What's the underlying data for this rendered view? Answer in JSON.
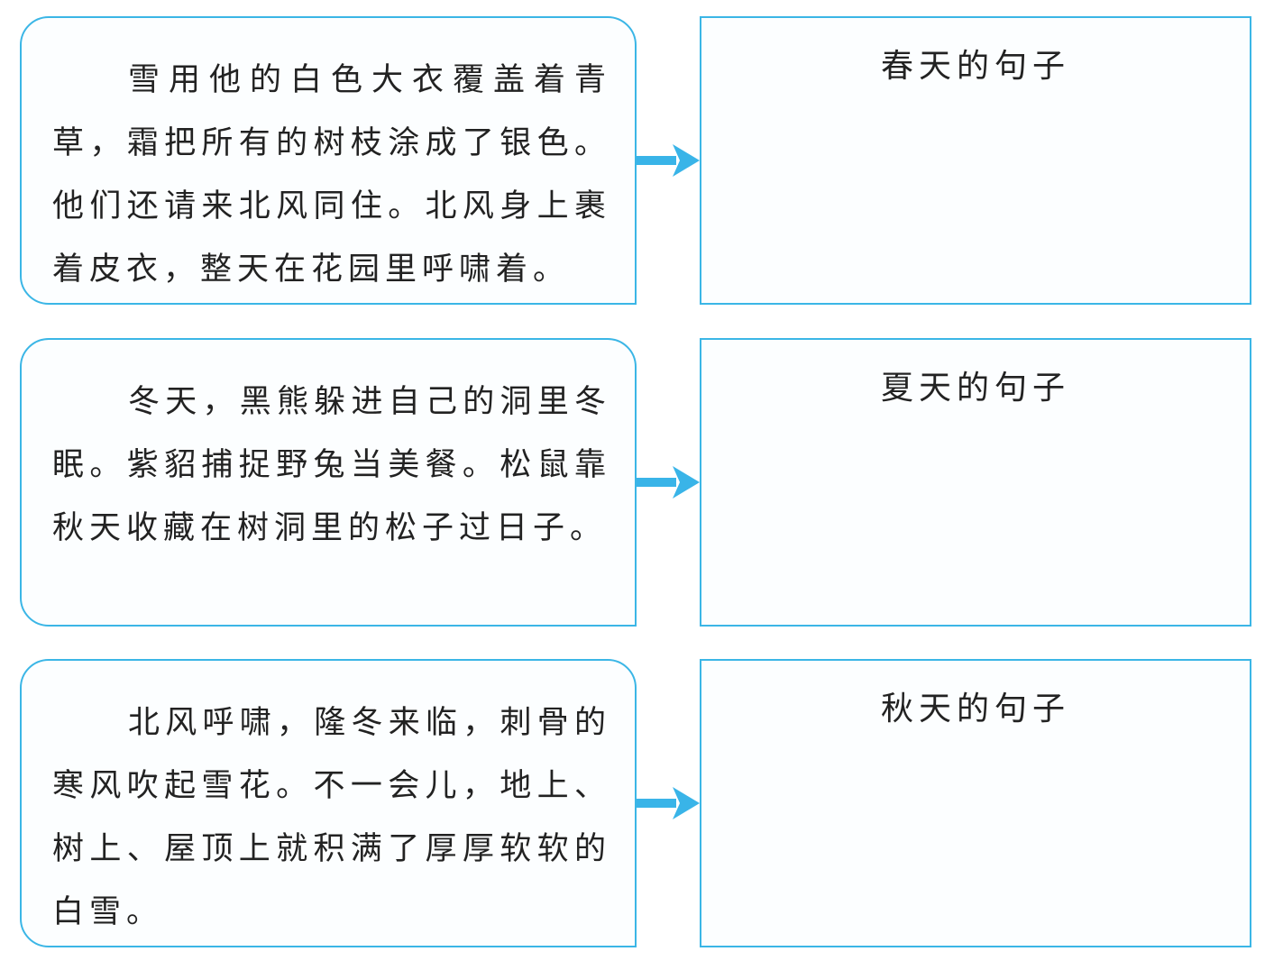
{
  "rows": [
    {
      "passage": "雪用他的白色大衣覆盖着青草，霜把所有的树枝涂成了银色。他们还请来北风同住。北风身上裹着皮衣，整天在花园里呼啸着。",
      "answer_label": "春天的句子"
    },
    {
      "passage": "冬天，黑熊躲进自己的洞里冬眠。紫貂捕捉野兔当美餐。松鼠靠秋天收藏在树洞里的松子过日子。",
      "answer_label": "夏天的句子"
    },
    {
      "passage": "北风呼啸，隆冬来临，刺骨的寒风吹起雪花。不一会儿，地上、树上、屋顶上就积满了厚厚软软的白雪。",
      "answer_label": "秋天的句子"
    }
  ],
  "colors": {
    "border": "#3bb6e6",
    "arrow": "#39b4e8",
    "text": "#222222"
  }
}
